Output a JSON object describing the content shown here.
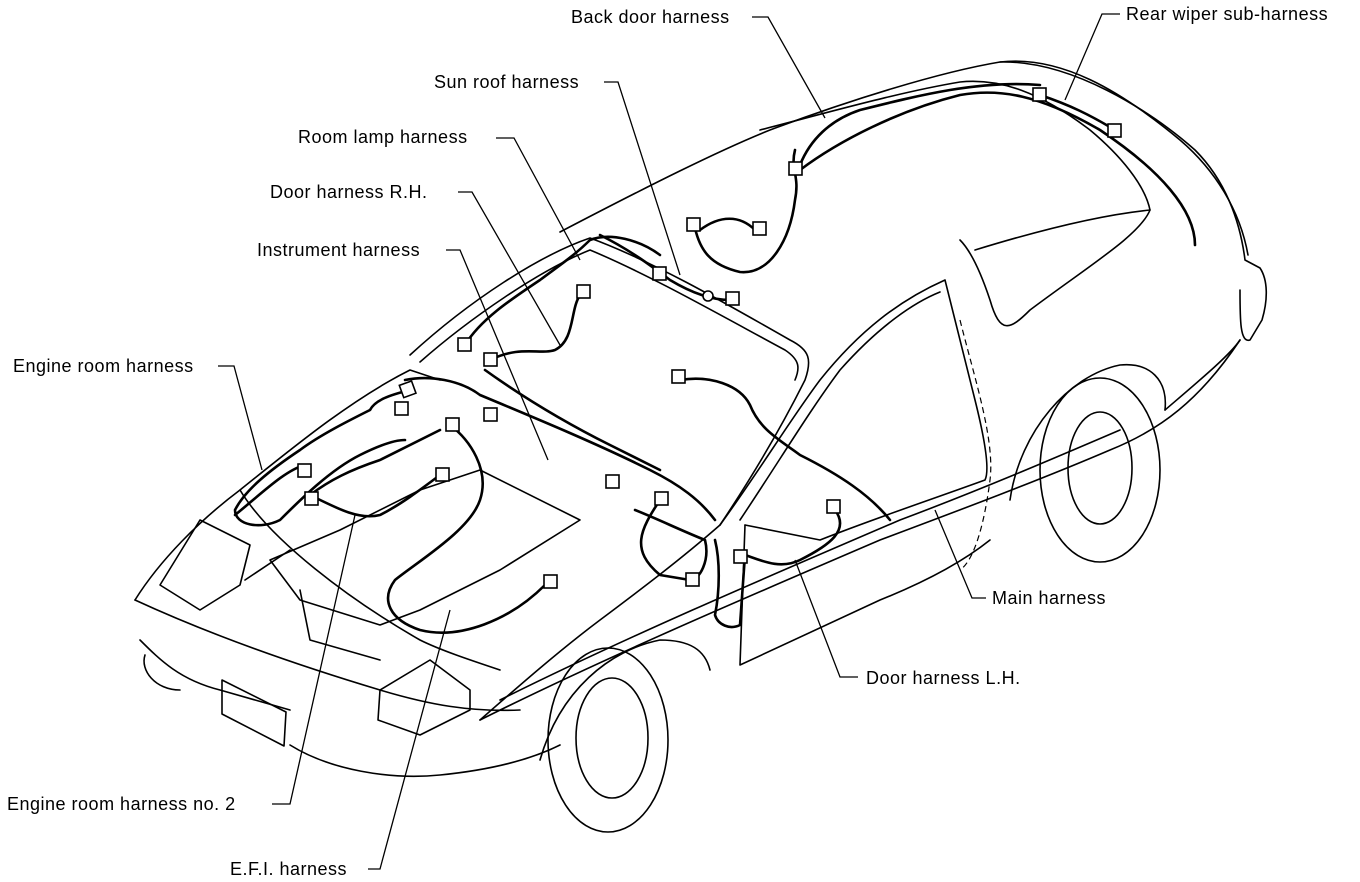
{
  "labels": {
    "back_door": "Back door harness",
    "rear_wiper": "Rear wiper sub-harness",
    "sun_roof": "Sun roof harness",
    "room_lamp": "Room lamp harness",
    "door_rh": "Door harness R.H.",
    "instrument": "Instrument harness",
    "engine_room": "Engine room harness",
    "main": "Main harness",
    "door_lh": "Door harness L.H.",
    "engine_room_2": "Engine room harness no. 2",
    "efi": "E.F.I. harness"
  }
}
